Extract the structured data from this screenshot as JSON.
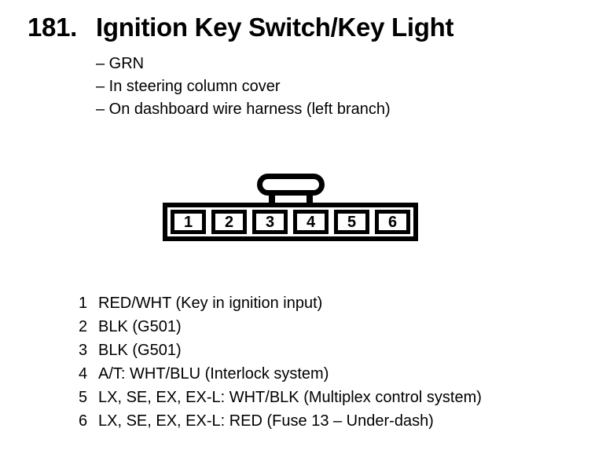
{
  "header": {
    "number": "181.",
    "title": "Ignition Key Switch/Key Light"
  },
  "notes": [
    "– GRN",
    "– In steering column cover",
    "– On dashboard wire harness (left branch)"
  ],
  "connector": {
    "pins": [
      "1",
      "2",
      "3",
      "4",
      "5",
      "6"
    ]
  },
  "pinout": [
    {
      "pin": "1",
      "desc": "RED/WHT (Key in ignition input)"
    },
    {
      "pin": "2",
      "desc": "BLK (G501)"
    },
    {
      "pin": "3",
      "desc": "BLK (G501)"
    },
    {
      "pin": "4",
      "desc": "A/T: WHT/BLU (Interlock system)"
    },
    {
      "pin": "5",
      "desc": "LX, SE, EX, EX-L: WHT/BLK (Multiplex control system)"
    },
    {
      "pin": "6",
      "desc": "LX, SE, EX, EX-L: RED (Fuse 13 – Under-dash)"
    }
  ],
  "colors": {
    "ink": "#000000",
    "paper": "#ffffff"
  }
}
